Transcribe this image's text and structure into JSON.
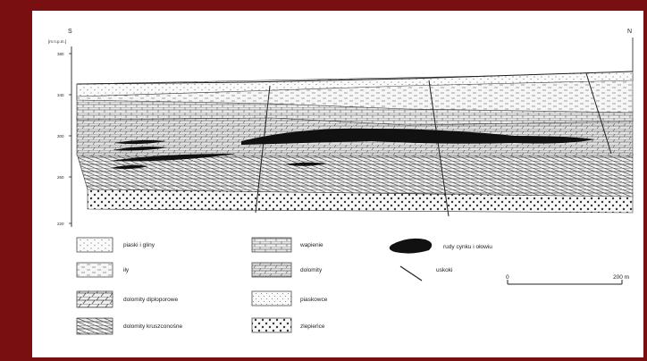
{
  "section": {
    "left_end": "S",
    "right_end": "N",
    "axis_unit": "[m n.p.m.]",
    "axis_ticks": [
      "380",
      "340",
      "300",
      "260",
      "220"
    ]
  },
  "legend": [
    {
      "key": "sands",
      "label": "piaski i gliny"
    },
    {
      "key": "silts",
      "label": "iły"
    },
    {
      "key": "diplopora",
      "label": "dolomity diploporowe"
    },
    {
      "key": "ore-dolomite",
      "label": "dolomity kruszconośne"
    },
    {
      "key": "limestone",
      "label": "wapienie"
    },
    {
      "key": "dolomite",
      "label": "dolomity"
    },
    {
      "key": "sandstone",
      "label": "piaskowce"
    },
    {
      "key": "conglomerate",
      "label": "zlepieńce"
    },
    {
      "key": "ore",
      "label": "rudy cynku i ołowiu"
    },
    {
      "key": "fault",
      "label": "uskoki"
    }
  ],
  "scale": {
    "start": "0",
    "end": "200 m"
  },
  "colors": {
    "background": "#7a0f12",
    "paper": "#ffffff",
    "ink": "#222222"
  }
}
